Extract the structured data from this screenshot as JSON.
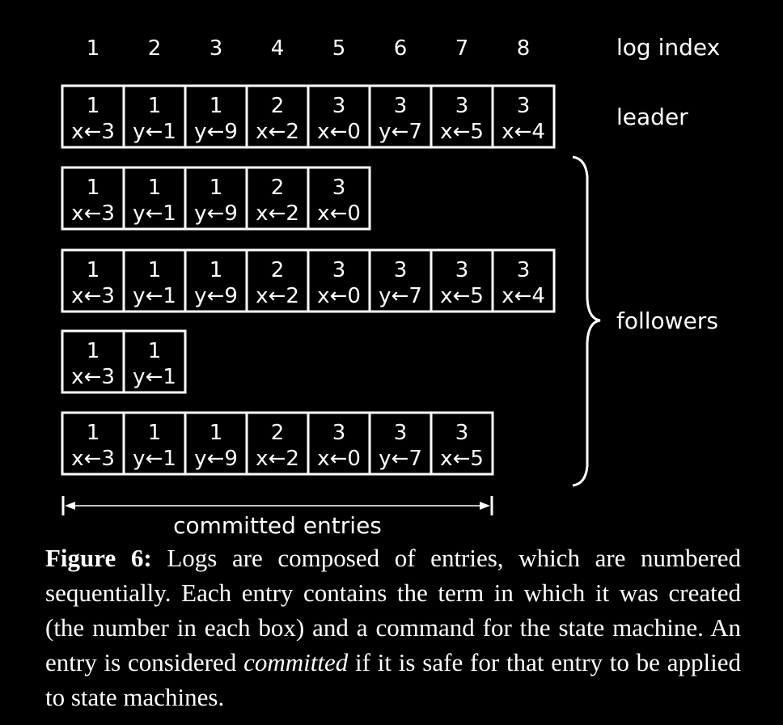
{
  "header": {
    "indices": [
      "1",
      "2",
      "3",
      "4",
      "5",
      "6",
      "7",
      "8"
    ],
    "index_label": "log index"
  },
  "logs": [
    {
      "label": "leader",
      "entries": [
        {
          "term": "1",
          "cmd": "x←3"
        },
        {
          "term": "1",
          "cmd": "y←1"
        },
        {
          "term": "1",
          "cmd": "y←9"
        },
        {
          "term": "2",
          "cmd": "x←2"
        },
        {
          "term": "3",
          "cmd": "x←0"
        },
        {
          "term": "3",
          "cmd": "y←7"
        },
        {
          "term": "3",
          "cmd": "x←5"
        },
        {
          "term": "3",
          "cmd": "x←4"
        }
      ]
    },
    {
      "entries": [
        {
          "term": "1",
          "cmd": "x←3"
        },
        {
          "term": "1",
          "cmd": "y←1"
        },
        {
          "term": "1",
          "cmd": "y←9"
        },
        {
          "term": "2",
          "cmd": "x←2"
        },
        {
          "term": "3",
          "cmd": "x←0"
        }
      ]
    },
    {
      "entries": [
        {
          "term": "1",
          "cmd": "x←3"
        },
        {
          "term": "1",
          "cmd": "y←1"
        },
        {
          "term": "1",
          "cmd": "y←9"
        },
        {
          "term": "2",
          "cmd": "x←2"
        },
        {
          "term": "3",
          "cmd": "x←0"
        },
        {
          "term": "3",
          "cmd": "y←7"
        },
        {
          "term": "3",
          "cmd": "x←5"
        },
        {
          "term": "3",
          "cmd": "x←4"
        }
      ]
    },
    {
      "entries": [
        {
          "term": "1",
          "cmd": "x←3"
        },
        {
          "term": "1",
          "cmd": "y←1"
        }
      ]
    },
    {
      "entries": [
        {
          "term": "1",
          "cmd": "x←3"
        },
        {
          "term": "1",
          "cmd": "y←1"
        },
        {
          "term": "1",
          "cmd": "y←9"
        },
        {
          "term": "2",
          "cmd": "x←2"
        },
        {
          "term": "3",
          "cmd": "x←0"
        },
        {
          "term": "3",
          "cmd": "y←7"
        },
        {
          "term": "3",
          "cmd": "x←5"
        }
      ]
    }
  ],
  "followers_label": "followers",
  "committed": {
    "label": "committed entries",
    "through_index": 7
  },
  "caption": {
    "fig_label": "Figure 6:",
    "text_before": " Logs are composed of entries, which are numbered sequentially. Each entry contains the term in which it was created (the number in each box) and a command for the state machine. An entry is considered ",
    "emphasis": "committed",
    "text_after": " if it is safe for that entry to be applied to state machines."
  }
}
